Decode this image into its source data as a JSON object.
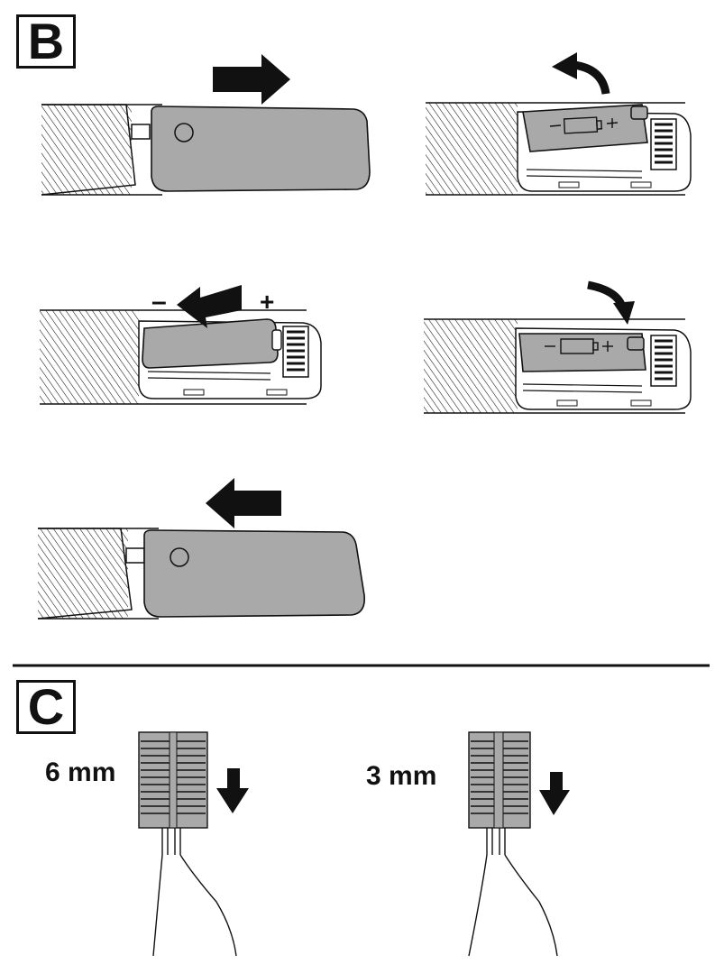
{
  "sections": {
    "b": {
      "letter": "B"
    },
    "c": {
      "letter": "C"
    }
  },
  "battery_step": {
    "minus_sign": "–",
    "plus_sign": "+"
  },
  "comb_attachments": [
    {
      "length_label": "6 mm"
    },
    {
      "length_label": "3 mm"
    }
  ],
  "colors": {
    "ink": "#111111",
    "cover_gray": "#a9a9a9",
    "paper": "#ffffff"
  },
  "icons": [
    "arrow-right-icon",
    "arrow-left-icon",
    "curved-arrow-icon",
    "arrow-down-icon",
    "battery-icon"
  ]
}
